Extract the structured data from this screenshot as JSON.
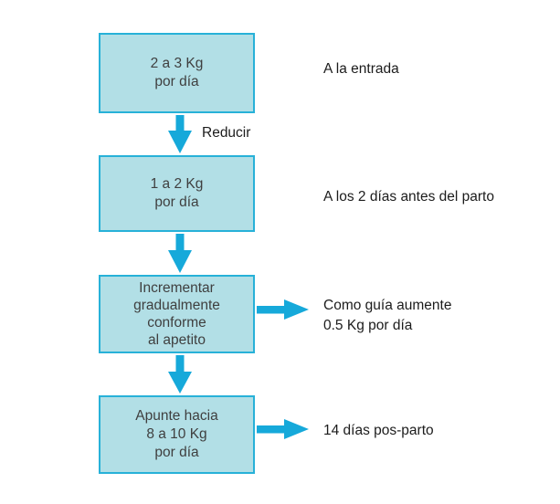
{
  "diagram": {
    "boxes": [
      {
        "lines": [
          "2 a 3 Kg",
          "por día"
        ]
      },
      {
        "lines": [
          "1 a 2 Kg",
          "por día"
        ]
      },
      {
        "lines": [
          "Incrementar",
          "gradualmente",
          "conforme",
          "al apetito"
        ]
      },
      {
        "lines": [
          "Apunte hacia",
          "8 a 10 Kg",
          "por día"
        ]
      }
    ],
    "notes": [
      {
        "lines": [
          "A la entrada"
        ]
      },
      {
        "lines": [
          "A los 2 días antes del parto"
        ]
      },
      {
        "lines": [
          "Como guía aumente",
          "0.5 Kg por día"
        ]
      },
      {
        "lines": [
          "14 días pos-parto"
        ]
      }
    ],
    "arrow_label": "Reducir"
  },
  "colors": {
    "box_fill": "#b2dfe6",
    "box_border": "#27b1d8",
    "arrow_color": "#16a9da",
    "box_text": "#3f3f3f",
    "note_text": "#1c1c1c"
  }
}
